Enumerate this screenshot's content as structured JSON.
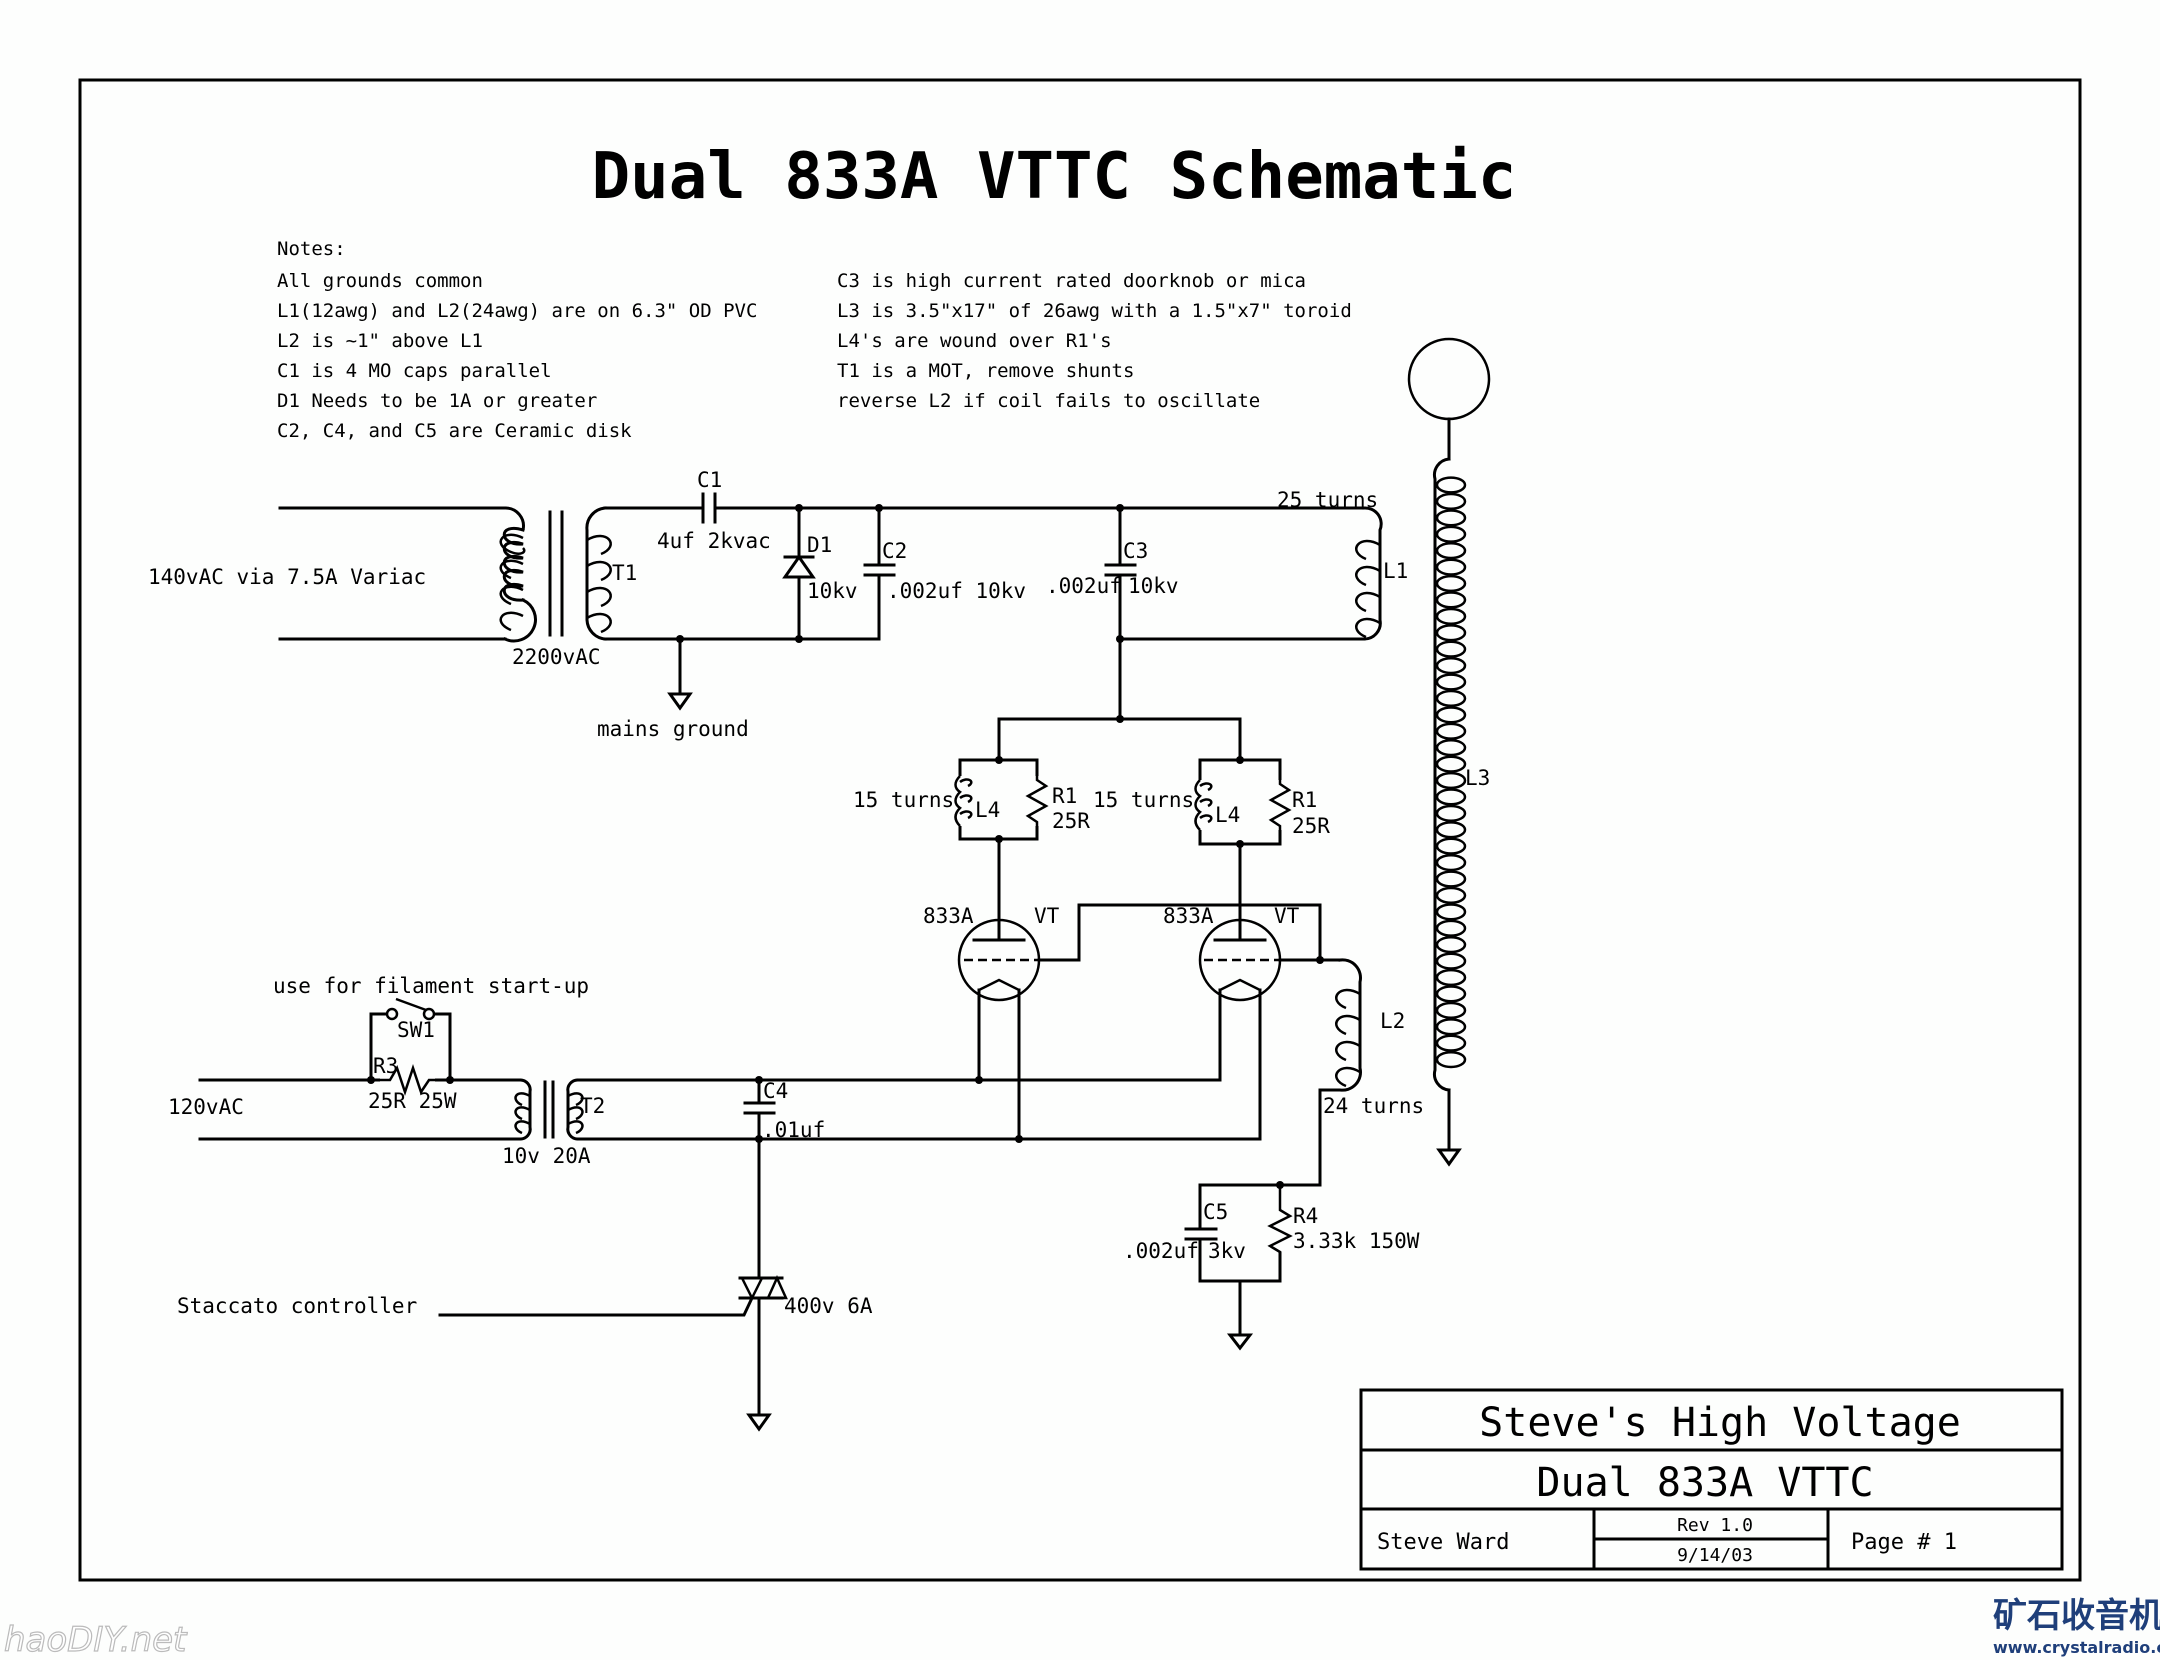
{
  "title": "Dual 833A VTTC Schematic",
  "notes": {
    "heading": "Notes:",
    "left": [
      "All grounds common",
      "L1(12awg) and L2(24awg) are on 6.3\" OD PVC",
      "L2 is ~1\" above L1",
      "C1 is 4 MO caps parallel",
      "D1 Needs to be 1A or greater",
      "C2, C4, and C5 are Ceramic disk"
    ],
    "right": [
      "C3 is high current rated doorknob or mica",
      "L3 is 3.5\"x17\" of 26awg with a 1.5\"x7\" toroid",
      "L4's are wound over R1's",
      "T1 is a MOT, remove shunts",
      "reverse L2 if coil fails to oscillate"
    ]
  },
  "labels": {
    "mains_input": "140vAC via 7.5A Variac",
    "t1": "T1",
    "t1_rating": "2200vAC",
    "c1": "C1",
    "c1_value": "4uf 2kvac",
    "d1": "D1",
    "d1_value": "10kv",
    "c2": "C2",
    "c2_value": ".002uf 10kv",
    "c3": "C3",
    "c3_value_left": ".002uf",
    "c3_value_right": "10kv",
    "l1": "L1",
    "l1_turns": "25 turns",
    "mains_ground": "mains ground",
    "l4_turns_left": "15 turns",
    "l4_left": "L4",
    "r1_left": "R1",
    "r1_left_value": "25R",
    "l4_turns_right": "15 turns",
    "l4_right": "L4",
    "r1_right": "R1",
    "r1_right_value": "25R",
    "tube_left_type": "833A",
    "tube_left_ref": "VT",
    "tube_right_type": "833A",
    "tube_right_ref": "VT",
    "l2": "L2",
    "l2_turns": "24 turns",
    "l3": "L3",
    "filament_note": "use for filament start-up",
    "sw1": "SW1",
    "r3": "R3",
    "r3_value": "25R 25W",
    "filament_input": "120vAC",
    "t2": "T2",
    "t2_rating": "10v 20A",
    "c4": "C4",
    "c4_value": ".01uf",
    "c5": "C5",
    "c5_value_left": ".002uf",
    "c5_value_right": "3kv",
    "r4": "R4",
    "r4_value": "3.33k 150W",
    "staccato": "Staccato controller",
    "triac_value": "400v 6A"
  },
  "title_block": {
    "company": "Steve's High Voltage",
    "project": "Dual 833A VTTC",
    "author": "Steve Ward",
    "revision": "Rev 1.0",
    "date": "9/14/03",
    "page": "Page # 1"
  },
  "watermarks": {
    "left": "haoDIY.net",
    "right_cn": "矿石收音机",
    "right_url": "www.crystalradio.cn"
  }
}
